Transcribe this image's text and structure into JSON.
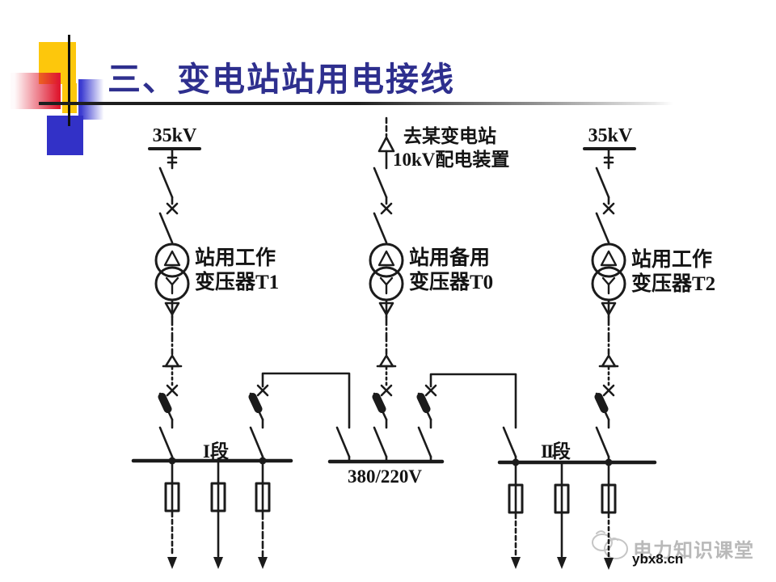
{
  "slide": {
    "title": "三、变电站站用电接线"
  },
  "diagram": {
    "left_source": {
      "voltage": "35kV"
    },
    "middle_source": {
      "line1": "去某变电站",
      "line2": "10kV配电装置"
    },
    "right_source": {
      "voltage": "35kV"
    },
    "transformers": [
      {
        "name": "站用工作",
        "code": "变压器T1"
      },
      {
        "name": "站用备用",
        "code": "变压器T0"
      },
      {
        "name": "站用工作",
        "code": "变压器T2"
      }
    ],
    "buses": {
      "section1": "I段",
      "section2": "II段",
      "lv_voltage": "380/220V"
    }
  },
  "watermark": {
    "brand": "电力知识课堂",
    "site": "ybx8.cn"
  },
  "colors": {
    "title": "#2e2f8e",
    "line": "#1b1b1b",
    "accent_yellow": "#fdc70c",
    "accent_red": "#df1a31",
    "accent_blue": "#3b3bd1",
    "watermark_gray": "#c5c5c5"
  }
}
